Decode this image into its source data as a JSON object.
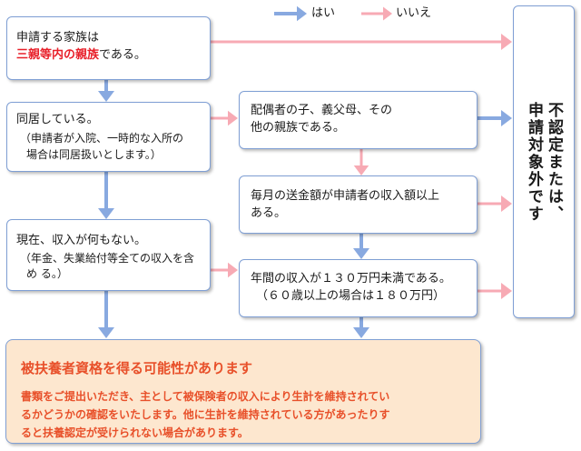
{
  "legend": {
    "yes_label": "はい",
    "no_label": "いいえ",
    "yes_color": "#88a9e0",
    "no_color": "#f7aab4"
  },
  "box1": {
    "line1": "申請する家族は",
    "highlight": "三親等内の親族",
    "line2_suffix": "である。"
  },
  "box2": {
    "line1": "同居している。",
    "note1": "（申請者が入院、一時的な入所の",
    "note2": "場合は同居扱いとします。）"
  },
  "box3": {
    "line1": "現在、収入が何もない。",
    "note1": "（年金、失業給付等全ての収入を含",
    "note2": "め る。）"
  },
  "box4": {
    "line1": "配偶者の子、義父母、その",
    "line2": "他の親族である。"
  },
  "box5": {
    "line1": "毎月の送金額が申請者の収入額以上",
    "line2": "ある。"
  },
  "box6": {
    "line1": "年間の収入が１３０万円未満である。",
    "line2": "（６０歳以上の場合は１８０万円）"
  },
  "right_box": {
    "col1": "不認定または、",
    "col2": "申請対象外です"
  },
  "result": {
    "title": "被扶養者資格を得る可能性があります",
    "line1": "書類をご提出いただき、主として被保険者の収入により生計を維持されてい",
    "line2": "るかどうかの確認をいたします。他に生計を維持されている方があったりす",
    "line3": "ると扶養認定が受けられない場合があります。"
  }
}
